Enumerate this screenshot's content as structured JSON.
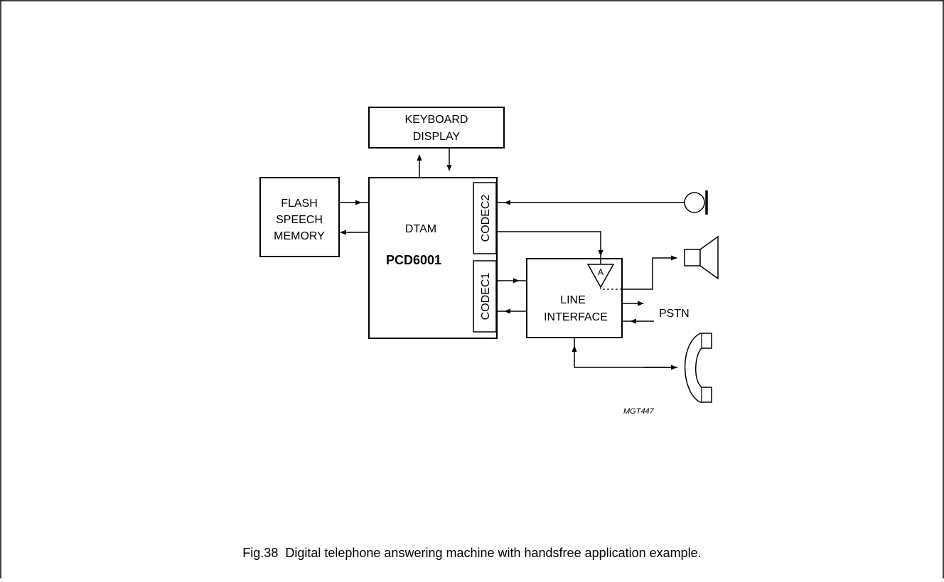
{
  "figure": {
    "caption": "Fig.38  Digital telephone answering machine with handsfree application example.",
    "code": "MGT447"
  },
  "blocks": {
    "keyboard_display": {
      "line1": "KEYBOARD",
      "line2": "DISPLAY"
    },
    "flash_memory": {
      "line1": "FLASH",
      "line2": "SPEECH",
      "line3": "MEMORY"
    },
    "dtam": {
      "label": "DTAM",
      "part": "PCD6001"
    },
    "codec2": {
      "label": "CODEC2"
    },
    "codec1": {
      "label": "CODEC1"
    },
    "line_interface": {
      "line1": "LINE",
      "line2": "INTERFACE",
      "amp": "A"
    },
    "pstn": {
      "label": "PSTN"
    }
  },
  "icons": [
    "microphone-icon",
    "loudspeaker-icon",
    "handset-icon"
  ]
}
